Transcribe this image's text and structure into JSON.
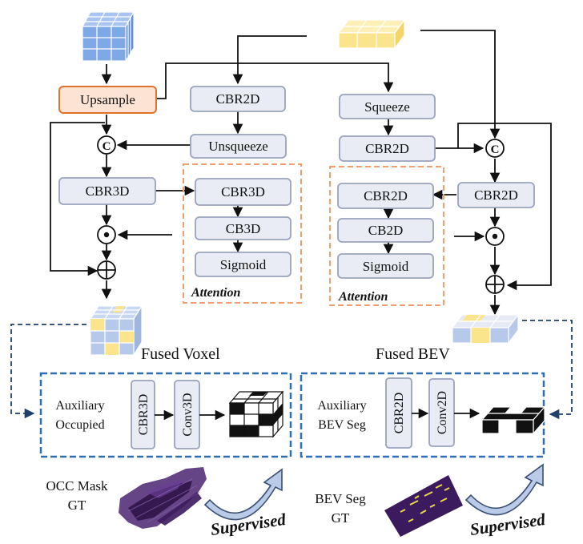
{
  "nodes": {
    "upsample": "Upsample",
    "cbr2d_top": "CBR2D",
    "unsqueeze": "Unsqueeze",
    "squeeze": "Squeeze",
    "cbr2d_left_bev": "CBR2D",
    "cbr3d_main": "CBR3D",
    "att_voxel_cbr3d": "CBR3D",
    "att_voxel_cb3d": "CB3D",
    "att_voxel_sigmoid": "Sigmoid",
    "att_bev_cbr2d": "CBR2D",
    "att_bev_cb2d": "CB2D",
    "att_bev_sigmoid": "Sigmoid",
    "cbr2d_right": "CBR2D",
    "aux_occ_cbr3d": "CBR3D",
    "aux_occ_conv3d": "Conv3D",
    "aux_bev_cbr2d": "CBR2D",
    "aux_bev_conv2d": "Conv2D"
  },
  "operators": {
    "concat": "C",
    "multiply": "⊙",
    "add": "⊕"
  },
  "labels": {
    "attention_left": "Attention",
    "attention_right": "Attention",
    "fused_voxel": "Fused Voxel",
    "fused_bev": "Fused BEV",
    "aux_occ_line1": "Auxiliary",
    "aux_occ_line2": "Occupied",
    "aux_bev_line1": "Auxiliary",
    "aux_bev_line2": "BEV Seg",
    "occ_gt_line1": "OCC Mask",
    "occ_gt_line2": "GT",
    "bev_gt_line1": "BEV Seg",
    "bev_gt_line2": "GT",
    "supervised_left": "Supervised",
    "supervised_right": "Supervised"
  },
  "colors": {
    "box_fill": "#e9ecf5",
    "box_stroke": "#9aa3bd",
    "upsample_fill": "#fde3d3",
    "upsample_stroke": "#e0732b",
    "attention_border": "#f0a070",
    "aux_border": "#2f6fb5",
    "voxel_blue": "#7fa8e6",
    "bev_yellow": "#fbe58c",
    "gt_purple": "#3b1a5e",
    "gt_yellow": "#e8d84a",
    "supervised_arrow": "#b9cbe6"
  }
}
